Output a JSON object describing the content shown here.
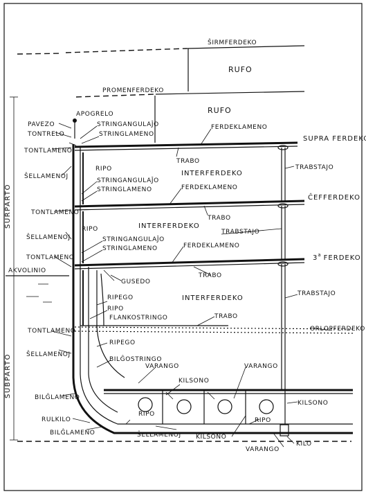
{
  "labels": {
    "sirmferdeko": "ŜIRMFERDEKO",
    "rufo_top": "RUFO",
    "promenferdeko": "PROMENFERDEKO",
    "rufo_lower": "RUFO",
    "apogrelo": "APOGRELO",
    "pavezo": "PAVEZO",
    "tontrelo": "TONTRELO",
    "stringangulajo_1": "STRINGANGULAĴO",
    "stringlameno_1": "STRINGLAMENO",
    "ferdeklameno_1": "FERDEKLAMENO",
    "supra_ferdeko": "SUPRA FERDEKO",
    "tontlameno_1": "TONTLAMENO",
    "sellamenoj_1": "ŜELLAMENOJ",
    "trabo_1": "TRABO",
    "ripo_1": "RIPO",
    "interferdeko_1": "INTERFERDEKO",
    "trabstajo_1": "TRABSTAJO",
    "stringangulajo_2": "STRINGANGULAĴO",
    "stringlameno_2": "STRINGLAMENO",
    "ferdeklameno_2": "FERDEKLAMENO",
    "cefferdeko": "ĈEFFERDEKO",
    "tontlameno_2": "TONTLAMENO",
    "trabo_2": "TRABO",
    "ripo_2": "RIPO",
    "interferdeko_2": "INTERFERDEKO",
    "trabstajo_2": "TRABSTAJO",
    "sellamenoj_2": "ŜELLAMENOJ",
    "stringangulajo_3": "STRINGANGULAĴO",
    "stringlameno_3": "STRINGLAMENO",
    "ferdeklameno_3": "FERDEKLAMENO",
    "tontlameno_3": "TONTLAMENO",
    "third_ferdeko": "3",
    "third_ferdeko_sup": "a",
    "third_ferdeko_word": "FERDEKO",
    "akvolinio": "AKVOLINIO",
    "gusedo": "GUSEDO",
    "trabo_3": "TRABO",
    "ripego_1": "RIPEGO",
    "interferdeko_3": "INTERFERDEKO",
    "trabstajo_3": "TRABSTAJO",
    "ripo_3": "RIPO",
    "flankostringo": "FLANKOSTRINGO",
    "trabo_4": "TRABO",
    "tontlameno_4": "TONTLAMENO",
    "orlopferdeko": "ORLOPFERDEKO",
    "ripego_2": "RIPEGO",
    "sellamenoj_3": "ŜELLAMENOJ",
    "bilgostringo": "BILĜOSTRINGO",
    "varango_1": "VARANGO",
    "varango_2": "VARANGO",
    "bilglameno_1": "BILĜLAMENO",
    "kilsono_1": "KILSONO",
    "ripo_4": "RIPO",
    "rulkilo": "RULKILO",
    "bilglameno_2": "BILĜLAMENO",
    "sellamenoj_4": "ŜELLAMENOJ",
    "kilsono_2": "KILSONO",
    "ripo_5": "RIPO",
    "kilsono_3": "KILSONO",
    "varango_3": "VARANGO",
    "kilo": "KILO",
    "surparto": "SURPARTO",
    "subparto": "SUBPARTO"
  }
}
